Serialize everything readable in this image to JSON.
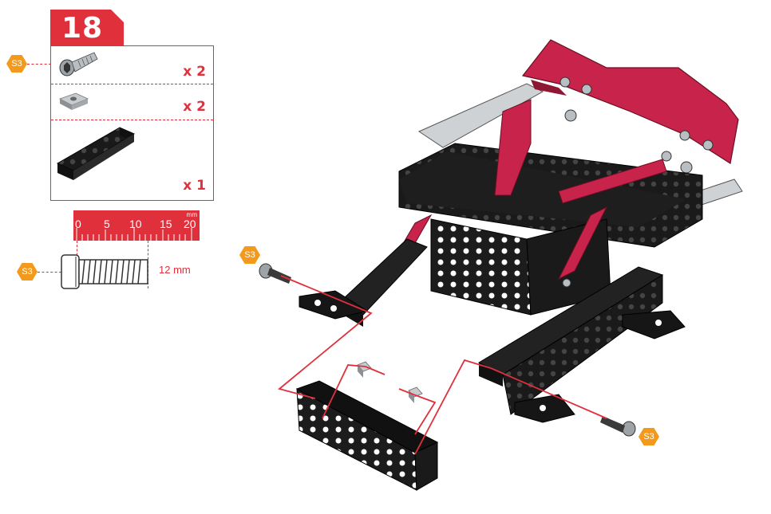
{
  "step": {
    "number": "18"
  },
  "parts": {
    "screw": {
      "label": "S3",
      "quantity": "x 2"
    },
    "nut": {
      "quantity": "x 2"
    },
    "bracket": {
      "quantity": "x 1"
    }
  },
  "ruler": {
    "unit": "mm",
    "ticks": [
      "0",
      "5",
      "10",
      "15",
      "20"
    ],
    "screw_label": "S3",
    "length": "12 mm"
  },
  "callouts": [
    {
      "label": "S3"
    },
    {
      "label": "S3"
    }
  ],
  "colors": {
    "accent": "#e0303c",
    "hex_badge": "#f39a1d",
    "robot_red": "#c8234a",
    "plastic_black": "#1a1a1a",
    "metal": "#cfd2d4"
  }
}
